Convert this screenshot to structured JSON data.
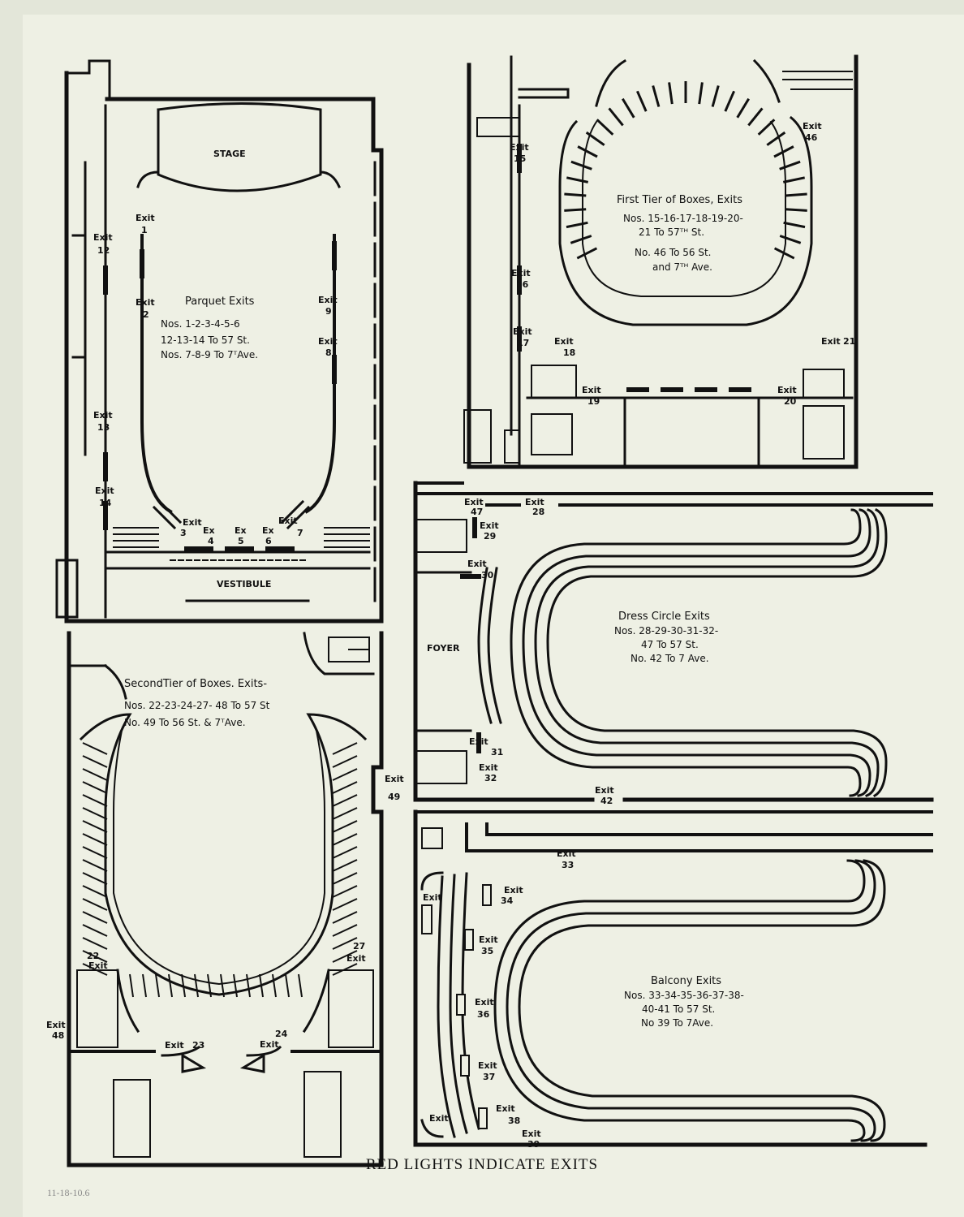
{
  "footer": {
    "text": "RED LIGHTS INDICATE EXITS"
  },
  "pencil_note": "11-18-10.6",
  "parquet": {
    "stage": "STAGE",
    "vestibule": "VESTIBULE",
    "title": "Parquet Exits",
    "lines": [
      "Nos. 1-2-3-4-5-6",
      "12-13-14 To 57 St.",
      "Nos. 7-8-9 To 7ᵀAve."
    ],
    "exits": [
      {
        "word": "Exit",
        "num": "1"
      },
      {
        "word": "Exit",
        "num": "2"
      },
      {
        "word": "Exit",
        "num": "3"
      },
      {
        "word": "Ex",
        "num": "4"
      },
      {
        "word": "Ex",
        "num": "5"
      },
      {
        "word": "Ex",
        "num": "6"
      },
      {
        "word": "Exit",
        "num": "7"
      },
      {
        "word": "Exit",
        "num": "8"
      },
      {
        "word": "Exit",
        "num": "9"
      },
      {
        "word": "Exit",
        "num": "12"
      },
      {
        "word": "Exit",
        "num": "13"
      },
      {
        "word": "Exit",
        "num": "14"
      }
    ]
  },
  "first_tier": {
    "title": "First Tier of Boxes, Exits",
    "lines": [
      "Nos. 15-16-17-18-19-20-",
      "21 To 57ᵀᴴ St.",
      "No. 46 To 56 St.",
      "and 7ᵀᴴ Ave."
    ],
    "exits": [
      {
        "word": "Exit",
        "num": "15"
      },
      {
        "word": "Exit",
        "num": "16"
      },
      {
        "word": "Exit",
        "num": "17"
      },
      {
        "word": "Exit",
        "num": "18"
      },
      {
        "word": "Exit",
        "num": "19"
      },
      {
        "word": "Exit",
        "num": "20"
      },
      {
        "word": "Exit",
        "num": "21"
      },
      {
        "word": "Exit",
        "num": "46"
      }
    ]
  },
  "dress_circle": {
    "foyer": "FOYER",
    "title": "Dress Circle Exits",
    "lines": [
      "Nos. 28-29-30-31-32-",
      "47 To 57 St.",
      "No. 42 To 7 Ave."
    ],
    "exits": [
      {
        "word": "Exit",
        "num": "47"
      },
      {
        "word": "Exit",
        "num": "28"
      },
      {
        "word": "Exit",
        "num": "29"
      },
      {
        "word": "Exit",
        "num": "30"
      },
      {
        "word": "Exit",
        "num": "31"
      },
      {
        "word": "Exit",
        "num": "32"
      },
      {
        "word": "Exit",
        "num": "42"
      }
    ]
  },
  "second_tier": {
    "title": "SecondTier of Boxes. Exits-",
    "lines": [
      "Nos. 22-23-24-27- 48 To 57 St",
      "No. 49 To 56 St. & 7ᵀAve."
    ],
    "exits": [
      {
        "word": "Exit",
        "num": "49"
      },
      {
        "word": "Exit",
        "num": "22"
      },
      {
        "word": "Exit",
        "num": "27"
      },
      {
        "word": "Exit",
        "num": "48"
      },
      {
        "word": "Exit",
        "num": "23"
      },
      {
        "word": "Exit",
        "num": "24"
      }
    ]
  },
  "balcony": {
    "title": "Balcony Exits",
    "lines": [
      "Nos. 33-34-35-36-37-38-",
      "40-41 To 57 St.",
      "No 39 To 7Ave."
    ],
    "exits": [
      {
        "word": "Exit",
        "num": "33"
      },
      {
        "word": "Exit",
        "num": "34"
      },
      {
        "word": "Exit",
        "num": "35"
      },
      {
        "word": "Exit",
        "num": "36"
      },
      {
        "word": "Exit",
        "num": "37"
      },
      {
        "word": "Exit",
        "num": "38"
      },
      {
        "word": "Exit",
        "num": "39"
      },
      {
        "word": "Exit",
        "num": ""
      },
      {
        "word": "Exit",
        "num": ""
      }
    ]
  }
}
